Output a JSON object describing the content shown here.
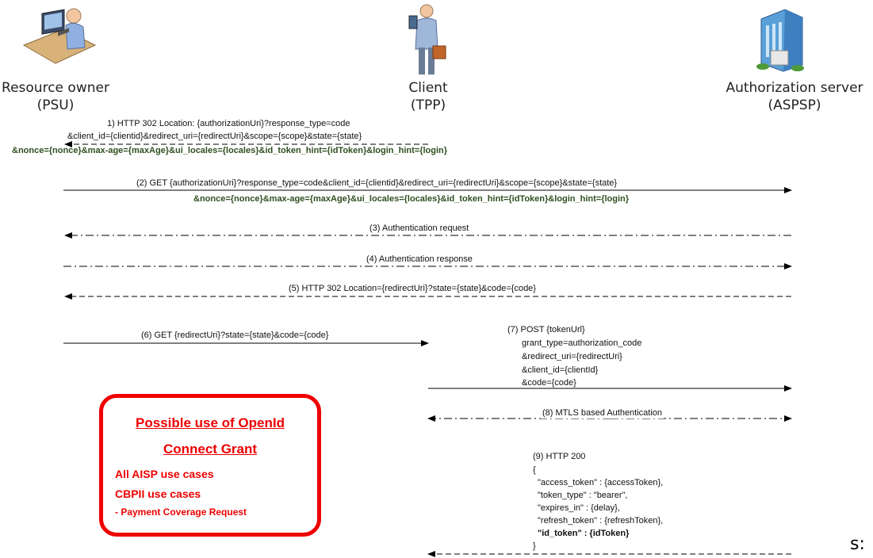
{
  "actors": {
    "psu": {
      "name": "Resource owner",
      "sub": "(PSU)",
      "icon": "user-at-computer-icon"
    },
    "tpp": {
      "name": "Client",
      "sub": "(TPP)",
      "icon": "businessman-with-phone-icon"
    },
    "aspsp": {
      "name": "Authorization server",
      "sub": "(ASPSP)",
      "icon": "building-icon"
    }
  },
  "messages": {
    "m1": {
      "line1": "1) HTTP 302 Location: {authorizationUri}?response_type=code",
      "line2": "&client_id={clientid}&redirect_uri={redirectUri}&scope={scope}&state={state}",
      "line3": "&nonce={nonce}&max-age={maxAge}&ui_locales={locales}&id_token_hint={idToken}&login_hint={login}"
    },
    "m2": {
      "line1": "(2) GET {authorizationUri}?response_type=code&client_id={clientid}&redirect_uri={redirectUri}&scope={scope}&state={state}",
      "line2": "&nonce={nonce}&max-age={maxAge}&ui_locales={locales}&id_token_hint={idToken}&login_hint={login}"
    },
    "m3": "(3) Authentication request",
    "m4": "(4) Authentication response",
    "m5": "(5) HTTP 302 Location={redirectUri}?state={state}&code={code}",
    "m6": "(6) GET {redirectUri}?state={state}&code={code}",
    "m7": {
      "line1": "(7) POST {tokenUrl}",
      "line2": "grant_type=authorization_code",
      "line3": "&redirect_uri={redirectUri}",
      "line4": "&client_id={clientId}",
      "line5": "&code={code}"
    },
    "m8": "(8) MTLS based Authentication",
    "m9": {
      "line1": "(9) HTTP 200",
      "line2": "{",
      "line3": "\"access_token\" : {accessToken},",
      "line4": "\"token_type\" : \"bearer\",",
      "line5": "\"expires_in\" : {delay},",
      "line6": "\"refresh_token\" : {refreshToken},",
      "line7": "\"id_token\" : {idToken}",
      "line8": "}"
    }
  },
  "grant_box": {
    "title1": "Possible use of OpenId",
    "title2": "Connect Grant",
    "item1": "All AISP use cases",
    "item2": "CBPII use cases",
    "item3": "- Payment Coverage Request"
  },
  "stray_text": "s:",
  "colors": {
    "accent_red": "#ee0000",
    "param_green": "#2f4f1f"
  }
}
